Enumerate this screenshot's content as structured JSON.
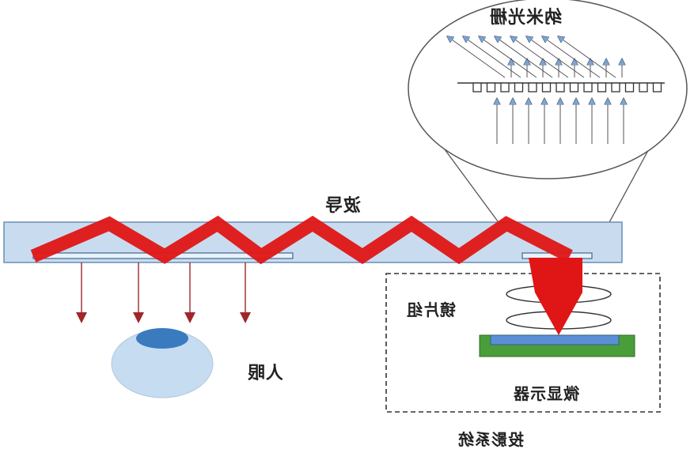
{
  "labels": {
    "grating": "纳米光栅",
    "waveguide": "波导",
    "lens_group": "镜片组",
    "eye": "人眼",
    "microdisplay": "微显示器",
    "projection_system": "投影系统"
  },
  "colors": {
    "waveguide_fill": "#c9dcef",
    "waveguide_stroke": "#6b8db5",
    "light_red": "#e01515",
    "arrow_dark": "#a33",
    "eye_fill": "#c6dcf0",
    "pupil": "#3a7bbf",
    "display_green": "#4a9e3a",
    "display_blue": "#5b8fd6",
    "grating_arrow": "#7aa6cf"
  }
}
